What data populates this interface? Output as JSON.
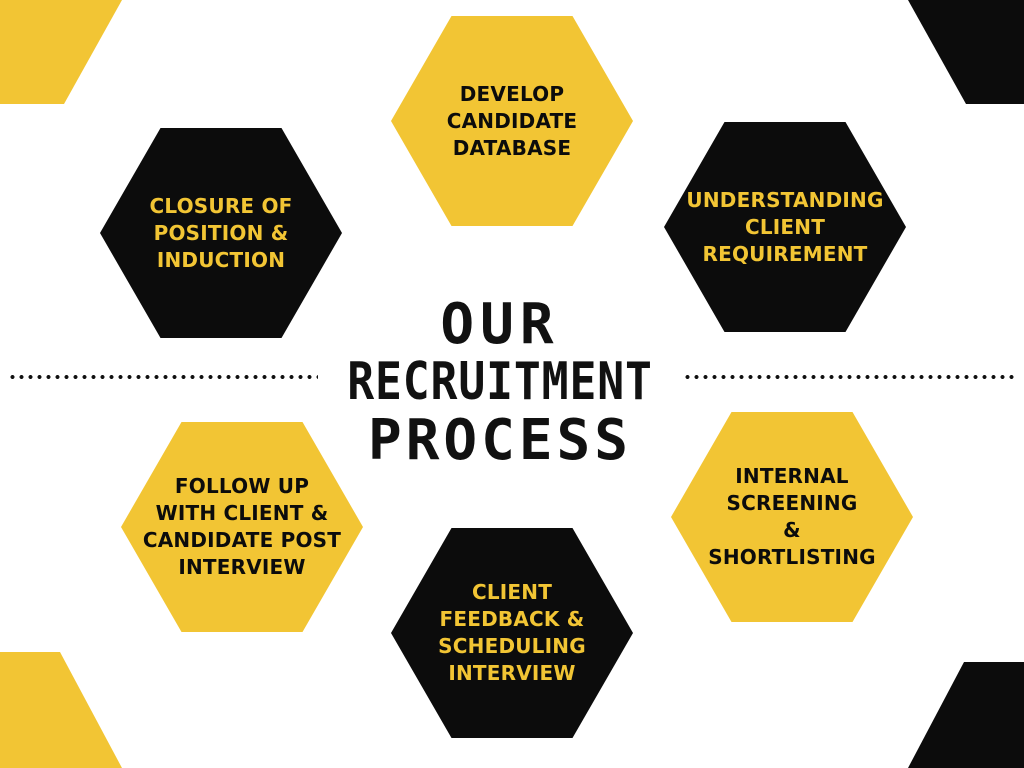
{
  "title": {
    "line1": "OUR",
    "line2": "RECRUITMENT",
    "line3": "PROCESS"
  },
  "steps": [
    {
      "label": "DEVELOP\nCANDIDATE\nDATABASE",
      "style": "yellow"
    },
    {
      "label": "UNDERSTANDING\nCLIENT\nREQUIREMENT",
      "style": "black"
    },
    {
      "label": "INTERNAL\nSCREENING\n&\nSHORTLISTING",
      "style": "yellow"
    },
    {
      "label": "CLIENT\nFEEDBACK &\nSCHEDULING\nINTERVIEW",
      "style": "black"
    },
    {
      "label": "FOLLOW UP\nWITH CLIENT &\nCANDIDATE POST\nINTERVIEW",
      "style": "yellow"
    },
    {
      "label": "CLOSURE OF\nPOSITION &\nINDUCTION",
      "style": "black"
    }
  ],
  "colors": {
    "yellow": "#f2c534",
    "black": "#0c0c0c",
    "background": "#ffffff"
  }
}
